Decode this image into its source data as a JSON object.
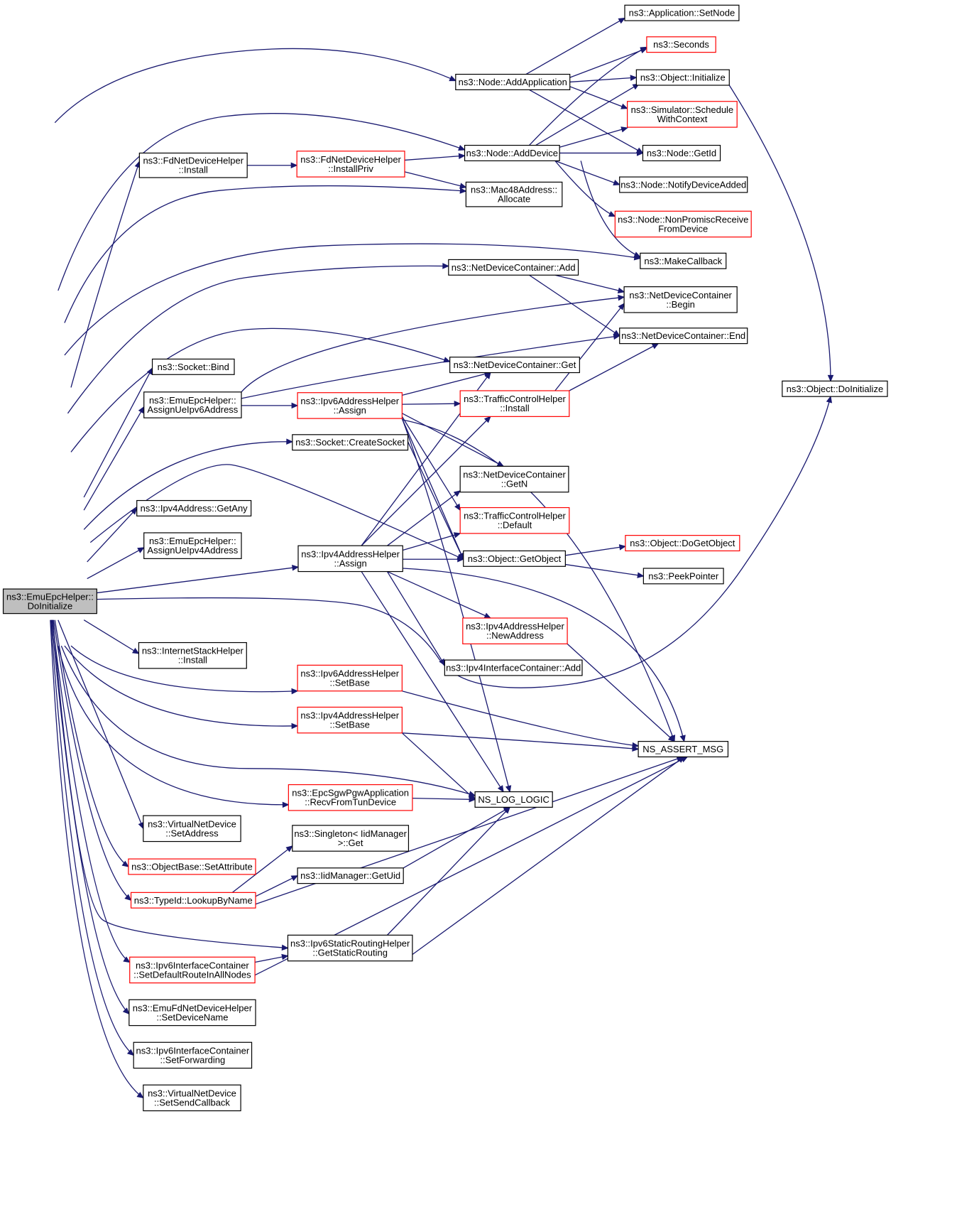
{
  "nodes": [
    {
      "id": "root",
      "lines": [
        "ns3::EmuEpcHelper::",
        "DoInitialize"
      ],
      "border": "root"
    },
    {
      "id": "app_setnode",
      "lines": [
        "ns3::Application::SetNode"
      ],
      "border": "black"
    },
    {
      "id": "seconds",
      "lines": [
        "ns3::Seconds"
      ],
      "border": "red"
    },
    {
      "id": "node_addapp",
      "lines": [
        "ns3::Node::AddApplication"
      ],
      "border": "black"
    },
    {
      "id": "obj_init",
      "lines": [
        "ns3::Object::Initialize"
      ],
      "border": "black"
    },
    {
      "id": "sim_schedule",
      "lines": [
        "ns3::Simulator::Schedule",
        "WithContext"
      ],
      "border": "red"
    },
    {
      "id": "fd_install",
      "lines": [
        "ns3::FdNetDeviceHelper",
        "::Install"
      ],
      "border": "black"
    },
    {
      "id": "fd_installpriv",
      "lines": [
        "ns3::FdNetDeviceHelper",
        "::InstallPriv"
      ],
      "border": "red"
    },
    {
      "id": "node_adddevice",
      "lines": [
        "ns3::Node::AddDevice"
      ],
      "border": "black"
    },
    {
      "id": "node_getid",
      "lines": [
        "ns3::Node::GetId"
      ],
      "border": "black"
    },
    {
      "id": "mac48",
      "lines": [
        "ns3::Mac48Address::",
        "Allocate"
      ],
      "border": "black"
    },
    {
      "id": "notify",
      "lines": [
        "ns3::Node::NotifyDeviceAdded"
      ],
      "border": "black"
    },
    {
      "id": "nonpromisc",
      "lines": [
        "ns3::Node::NonPromiscReceive",
        "FromDevice"
      ],
      "border": "red"
    },
    {
      "id": "makecb",
      "lines": [
        "ns3::MakeCallback"
      ],
      "border": "black"
    },
    {
      "id": "ndc_add",
      "lines": [
        "ns3::NetDeviceContainer::Add"
      ],
      "border": "black"
    },
    {
      "id": "ndc_begin",
      "lines": [
        "ns3::NetDeviceContainer",
        "::Begin"
      ],
      "border": "black"
    },
    {
      "id": "ndc_end",
      "lines": [
        "ns3::NetDeviceContainer::End"
      ],
      "border": "black"
    },
    {
      "id": "sock_bind",
      "lines": [
        "ns3::Socket::Bind"
      ],
      "border": "black"
    },
    {
      "id": "ndc_get",
      "lines": [
        "ns3::NetDeviceContainer::Get"
      ],
      "border": "black"
    },
    {
      "id": "obj_doinit",
      "lines": [
        "ns3::Object::DoInitialize"
      ],
      "border": "black"
    },
    {
      "id": "assign6",
      "lines": [
        "ns3::EmuEpcHelper::",
        "AssignUeIpv6Address"
      ],
      "border": "black"
    },
    {
      "id": "ip6_assign",
      "lines": [
        "ns3::Ipv6AddressHelper",
        "::Assign"
      ],
      "border": "red"
    },
    {
      "id": "tch_install",
      "lines": [
        "ns3::TrafficControlHelper",
        "::Install"
      ],
      "border": "red"
    },
    {
      "id": "createsock",
      "lines": [
        "ns3::Socket::CreateSocket"
      ],
      "border": "black"
    },
    {
      "id": "ndc_getn",
      "lines": [
        "ns3::NetDeviceContainer",
        "::GetN"
      ],
      "border": "black"
    },
    {
      "id": "getany",
      "lines": [
        "ns3::Ipv4Address::GetAny"
      ],
      "border": "black"
    },
    {
      "id": "tch_default",
      "lines": [
        "ns3::TrafficControlHelper",
        "::Default"
      ],
      "border": "red"
    },
    {
      "id": "assign4",
      "lines": [
        "ns3::EmuEpcHelper::",
        "AssignUeIpv4Address"
      ],
      "border": "black"
    },
    {
      "id": "ip4_assign",
      "lines": [
        "ns3::Ipv4AddressHelper",
        "::Assign"
      ],
      "border": "black"
    },
    {
      "id": "getobject",
      "lines": [
        "ns3::Object::GetObject"
      ],
      "border": "black"
    },
    {
      "id": "dogetobject",
      "lines": [
        "ns3::Object::DoGetObject"
      ],
      "border": "red"
    },
    {
      "id": "peekpointer",
      "lines": [
        "ns3::PeekPointer"
      ],
      "border": "black"
    },
    {
      "id": "newaddress",
      "lines": [
        "ns3::Ipv4AddressHelper",
        "::NewAddress"
      ],
      "border": "red"
    },
    {
      "id": "ish_install",
      "lines": [
        "ns3::InternetStackHelper",
        "::Install"
      ],
      "border": "black"
    },
    {
      "id": "ipv4ic_add",
      "lines": [
        "ns3::Ipv4InterfaceContainer::Add"
      ],
      "border": "black"
    },
    {
      "id": "ip6_setbase",
      "lines": [
        "ns3::Ipv6AddressHelper",
        "::SetBase"
      ],
      "border": "red"
    },
    {
      "id": "ip4_setbase",
      "lines": [
        "ns3::Ipv4AddressHelper",
        "::SetBase"
      ],
      "border": "red"
    },
    {
      "id": "assert",
      "lines": [
        "NS_ASSERT_MSG"
      ],
      "border": "black"
    },
    {
      "id": "recvtun",
      "lines": [
        "ns3::EpcSgwPgwApplication",
        "::RecvFromTunDevice"
      ],
      "border": "red"
    },
    {
      "id": "loglogic",
      "lines": [
        "NS_LOG_LOGIC"
      ],
      "border": "black"
    },
    {
      "id": "vnd_setaddr",
      "lines": [
        "ns3::VirtualNetDevice",
        "::SetAddress"
      ],
      "border": "black"
    },
    {
      "id": "singleton",
      "lines": [
        "ns3::Singleton< IidManager",
        ">::Get"
      ],
      "border": "black"
    },
    {
      "id": "setattr",
      "lines": [
        "ns3::ObjectBase::SetAttribute"
      ],
      "border": "red"
    },
    {
      "id": "getuid",
      "lines": [
        "ns3::IidManager::GetUid"
      ],
      "border": "black"
    },
    {
      "id": "lookup",
      "lines": [
        "ns3::TypeId::LookupByName"
      ],
      "border": "red"
    },
    {
      "id": "getstatic",
      "lines": [
        "ns3::Ipv6StaticRoutingHelper",
        "::GetStaticRouting"
      ],
      "border": "black"
    },
    {
      "id": "setdefroute",
      "lines": [
        "ns3::Ipv6InterfaceContainer",
        "::SetDefaultRouteInAllNodes"
      ],
      "border": "red"
    },
    {
      "id": "setdevname",
      "lines": [
        "ns3::EmuFdNetDeviceHelper",
        "::SetDeviceName"
      ],
      "border": "black"
    },
    {
      "id": "setfwd",
      "lines": [
        "ns3::Ipv6InterfaceContainer",
        "::SetForwarding"
      ],
      "border": "black"
    },
    {
      "id": "setsendcb",
      "lines": [
        "ns3::VirtualNetDevice",
        "::SetSendCallback"
      ],
      "border": "black"
    }
  ]
}
